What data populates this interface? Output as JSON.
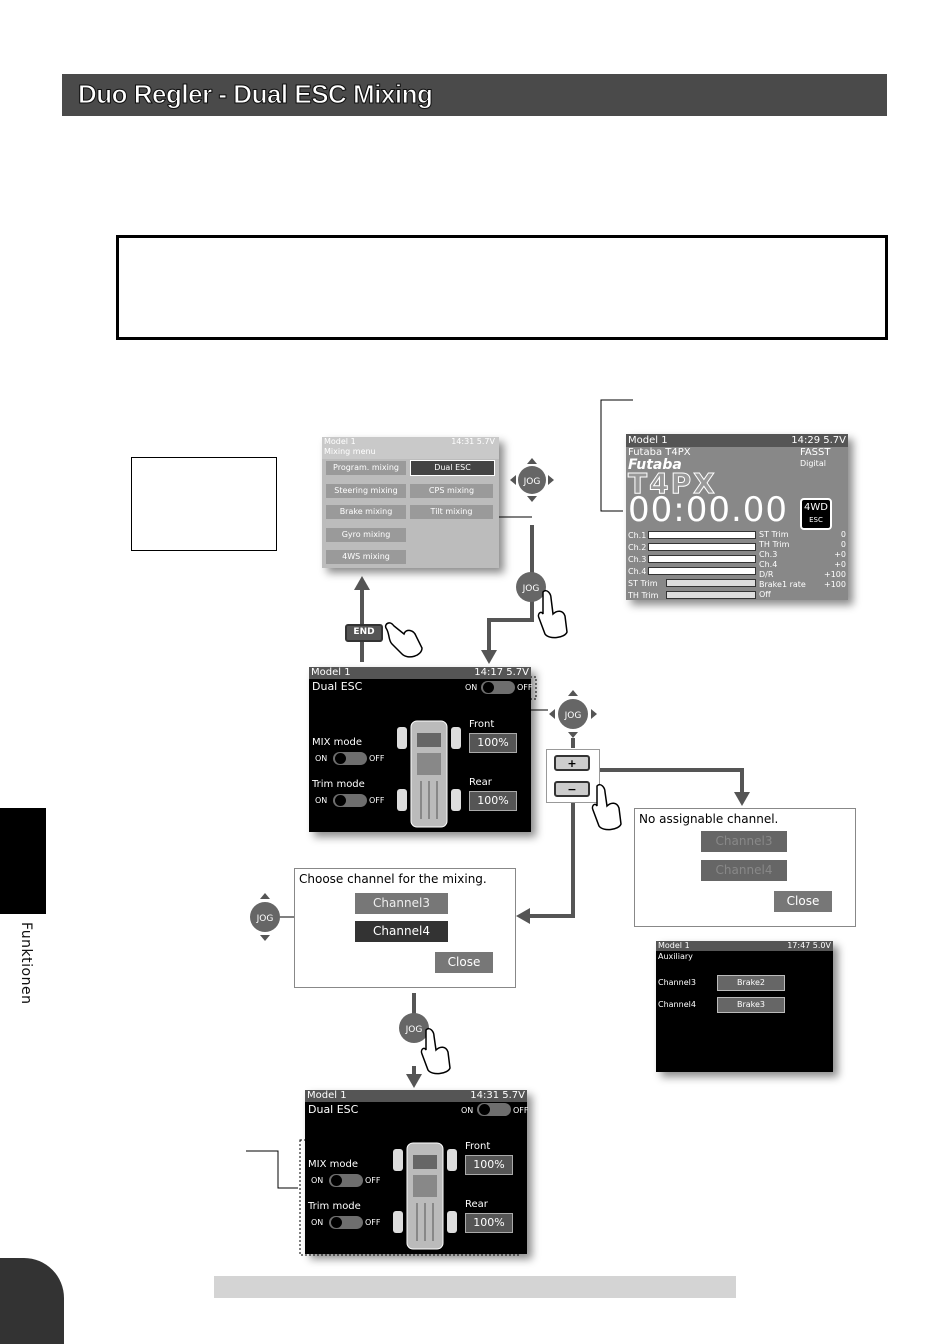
{
  "page": {
    "title": "Duo Regler - Dual ESC Mixing",
    "side_tab": "Funktionen"
  },
  "menu_screen": {
    "header_left": "Model 1",
    "header_right": "14:31 5.7V",
    "subtitle": "Mixing menu",
    "items": [
      "Program. mixing",
      "Dual ESC",
      "Steering mixing",
      "CPS mixing",
      "Brake mixing",
      "Tilt mixing",
      "Gyro mixing",
      "4WS mixing"
    ]
  },
  "home_screen": {
    "header_left": "Model 1",
    "header_right": "14:29 5.7V",
    "model_line": "Futaba T4PX",
    "fasst": "FASST",
    "digital": "Digital",
    "brand": "Futaba",
    "product": "T4PX",
    "timer": "00:00.00",
    "badge_top": "4WD",
    "badge_bottom": "ESC",
    "channels": [
      "Ch.1",
      "Ch.2",
      "Ch.3",
      "Ch.4"
    ],
    "trims_left": [
      "ST Trim",
      "TH Trim"
    ],
    "right_labels": [
      "ST Trim",
      "TH Trim",
      "Ch.3",
      "Ch.4",
      "D/R",
      "Brake1 rate",
      "Off"
    ],
    "right_values": [
      "0",
      "0",
      "+0",
      "+0",
      "+100",
      "+100"
    ]
  },
  "esc_screen_1": {
    "header_left": "Model 1",
    "header_right": "14:17 5.7V",
    "title": "Dual ESC",
    "on": "ON",
    "off": "OFF",
    "mix_mode": "MIX mode",
    "trim_mode": "Trim mode",
    "front": "Front",
    "rear": "Rear",
    "front_value": "100%",
    "rear_value": "100%"
  },
  "esc_screen_2": {
    "header_left": "Model 1",
    "header_right": "14:31 5.7V",
    "title": "Dual ESC",
    "on": "ON",
    "off": "OFF",
    "mix_mode": "MIX mode",
    "trim_mode": "Trim mode",
    "front": "Front",
    "rear": "Rear",
    "front_value": "100%",
    "rear_value": "100%"
  },
  "choose_dialog": {
    "text": "Choose channel for the mixing.",
    "channel3": "Channel3",
    "channel4": "Channel4",
    "close": "Close"
  },
  "no_assign_dialog": {
    "text": "No assignable channel.",
    "channel3": "Channel3",
    "channel4": "Channel4",
    "close": "Close"
  },
  "aux_screen": {
    "header_left": "Model 1",
    "header_right": "17:47 5.0V",
    "title": "Auxiliary",
    "row1_label": "Channel3",
    "row1_value": "Brake2",
    "row2_label": "Channel4",
    "row2_value": "Brake3"
  },
  "controls": {
    "jog": "JOG",
    "end": "END",
    "plus": "+",
    "minus": "−"
  },
  "icons": [
    "jog-dial-icon",
    "end-key-icon",
    "plus-key-icon",
    "minus-key-icon",
    "hand-pointer-icon",
    "arrow-icon"
  ]
}
